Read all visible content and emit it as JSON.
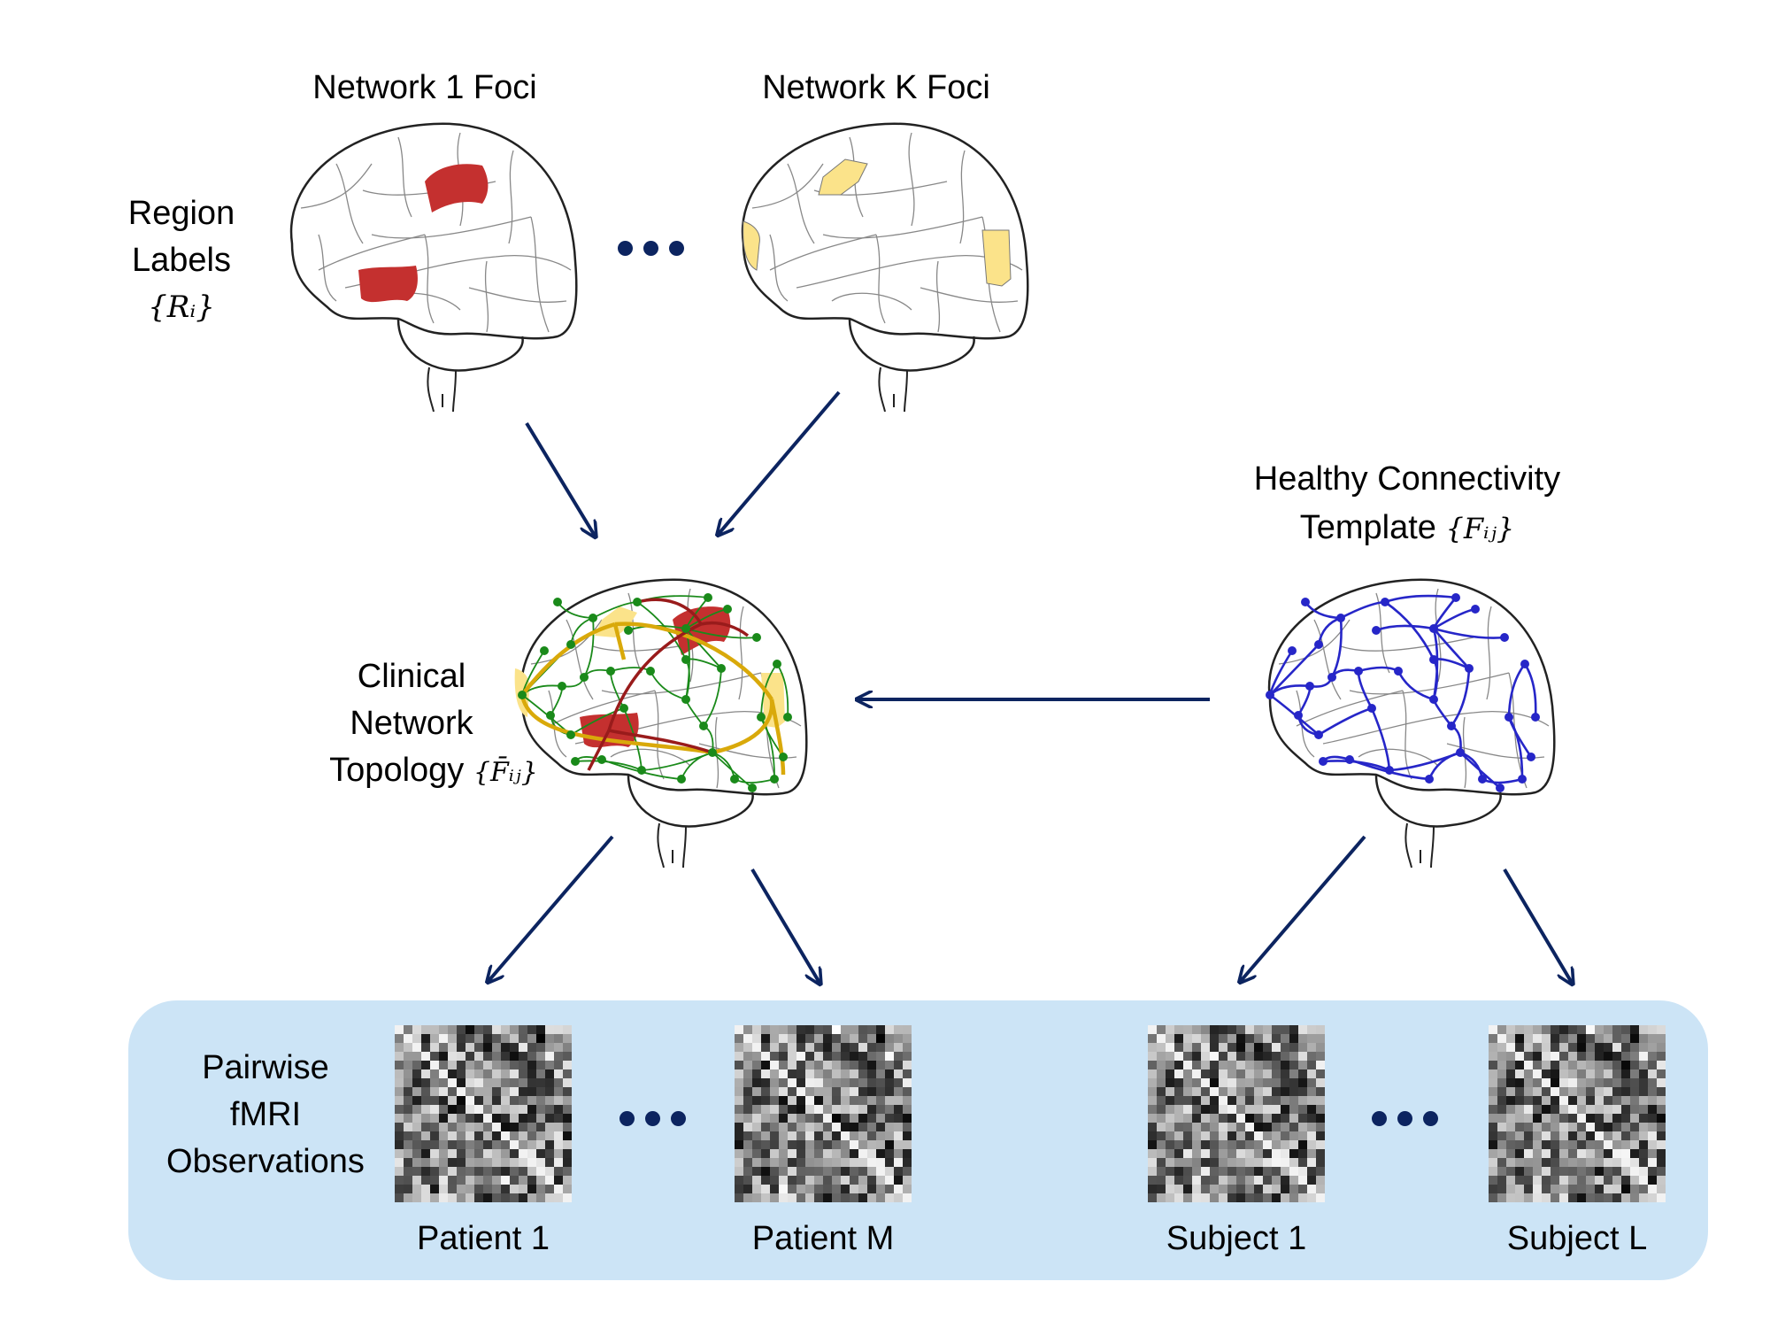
{
  "colors": {
    "arrow": "#0c2460",
    "focus_red": "#c4302f",
    "focus_yellow": "#fbe38a",
    "network_green": "#1a8a1a",
    "network_blue": "#2626c8",
    "edge_red": "#991b1b",
    "edge_yellow": "#d9a90a",
    "panel_bg": "#cce4f6"
  },
  "top_row": {
    "network_1_title": "Network 1 Foci",
    "network_k_title": "Network K Foci",
    "region_labels": {
      "line1": "Region",
      "line2": "Labels",
      "math": "{Rᵢ}"
    },
    "ellipsis": "•••"
  },
  "middle_row": {
    "clinical": {
      "line1": "Clinical",
      "line2": "Network",
      "line3": "Topology",
      "math": "{F̄ᵢⱼ}"
    },
    "healthy": {
      "line1": "Healthy Connectivity",
      "line2": "Template",
      "math": "{Fᵢⱼ}"
    }
  },
  "bottom_panel": {
    "label": {
      "line1": "Pairwise",
      "line2": "fMRI",
      "line3": "Observations"
    },
    "matrices": [
      {
        "caption": "Patient 1"
      },
      {
        "caption": "Patient M"
      },
      {
        "caption": "Subject 1"
      },
      {
        "caption": "Subject L"
      }
    ]
  },
  "icons": {
    "brain": "brain-outline-icon",
    "arrow": "arrow-icon",
    "ellipsis": "ellipsis-icon",
    "matrix": "correlation-matrix-icon"
  }
}
